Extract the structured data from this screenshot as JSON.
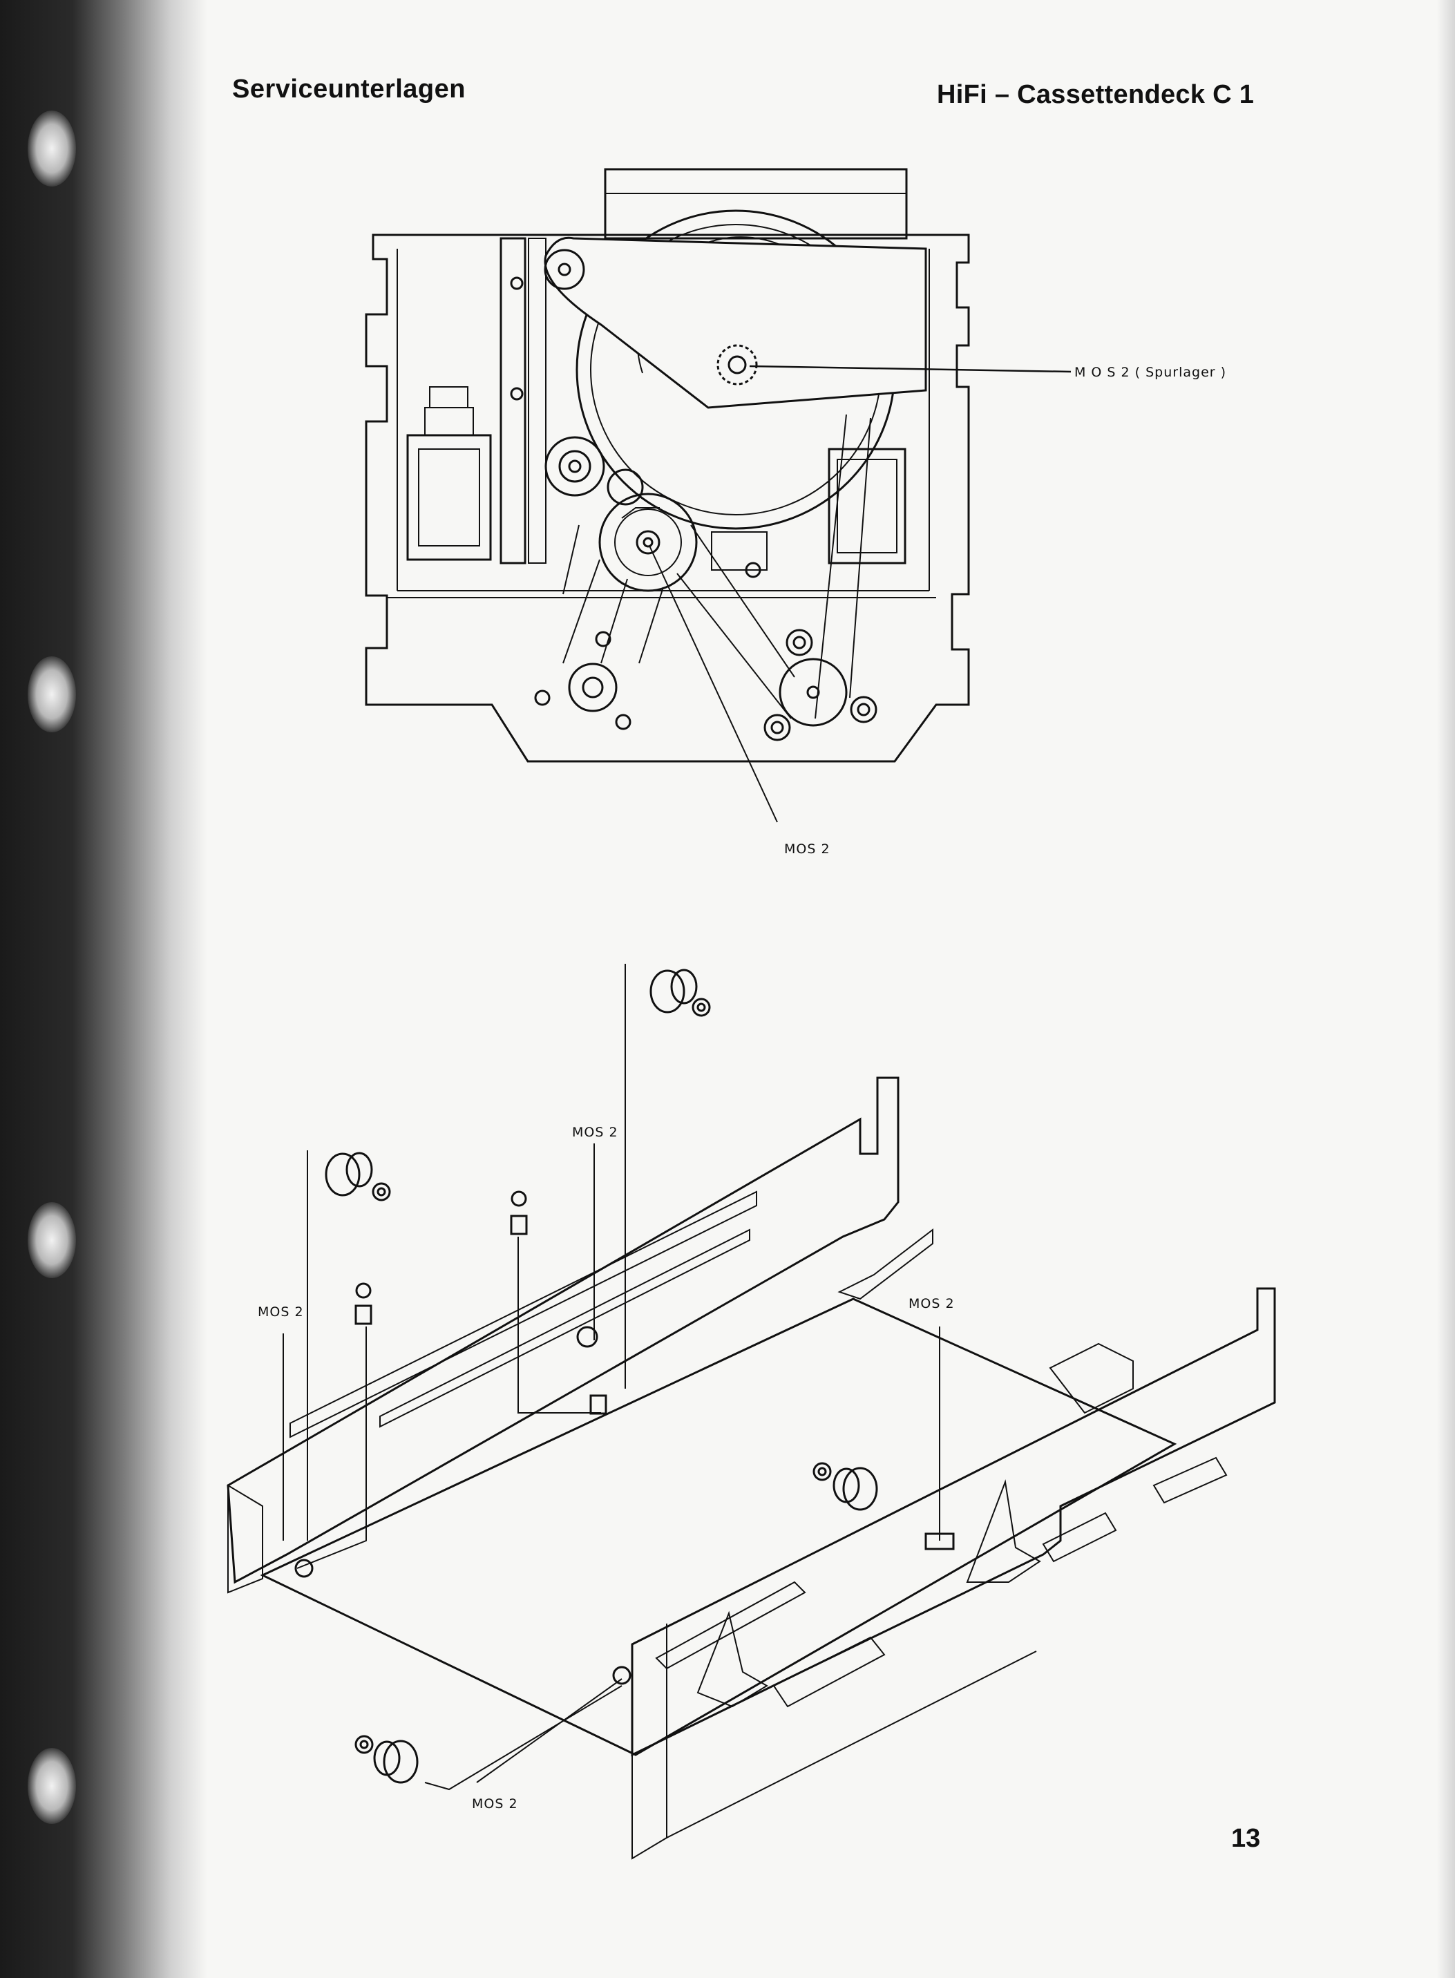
{
  "header": {
    "left_title": "Serviceunterlagen",
    "right_title": "HiFi – Cassettendeck  C 1"
  },
  "figure_top": {
    "callouts": [
      "M O S 2 ( Spurlager )",
      "MOS 2"
    ]
  },
  "figure_bottom": {
    "callouts": [
      "MOS 2",
      "MOS 2",
      "MOS 2",
      "MOS 2"
    ]
  },
  "footer": {
    "page_number": "13"
  }
}
